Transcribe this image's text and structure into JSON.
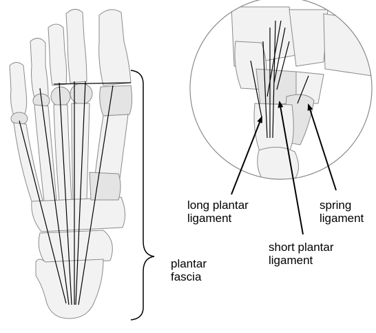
{
  "labels": {
    "plantar_fascia": [
      "plantar",
      "fascia"
    ],
    "long_plantar_ligament": [
      "long plantar",
      "ligament"
    ],
    "spring_ligament": [
      "spring",
      "ligament"
    ],
    "short_plantar_ligament": [
      "short plantar",
      "ligament"
    ]
  },
  "colors": {
    "background": "#ffffff",
    "bone_fill": "#f2f2f2",
    "bone_outline": "#8a8a8a",
    "ligament_line": "#000000",
    "label_text": "#000000"
  }
}
